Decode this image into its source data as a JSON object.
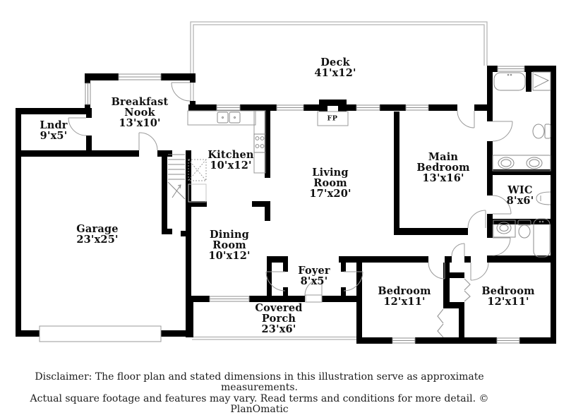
{
  "floorplan": {
    "rooms": [
      {
        "id": "deck",
        "name": "Deck",
        "dims": "41'x12'"
      },
      {
        "id": "breakfast-nook",
        "name": "Breakfast Nook",
        "dims": "13'x10'"
      },
      {
        "id": "laundry",
        "name": "Lndr",
        "dims": "9'x5'"
      },
      {
        "id": "kitchen",
        "name": "Kitchen",
        "dims": "10'x12'"
      },
      {
        "id": "living-room",
        "name": "Living Room",
        "dims": "17'x20'"
      },
      {
        "id": "main-bedroom",
        "name": "Main Bedroom",
        "dims": "13'x16'"
      },
      {
        "id": "wic",
        "name": "WIC",
        "dims": "8'x6'"
      },
      {
        "id": "garage",
        "name": "Garage",
        "dims": "23'x25'"
      },
      {
        "id": "dining-room",
        "name": "Dining Room",
        "dims": "10'x12'"
      },
      {
        "id": "foyer",
        "name": "Foyer",
        "dims": "8'x5'"
      },
      {
        "id": "covered-porch",
        "name": "Covered Porch",
        "dims": "23'x6'"
      },
      {
        "id": "bedroom-left",
        "name": "Bedroom",
        "dims": "12'x11'"
      },
      {
        "id": "bedroom-right",
        "name": "Bedroom",
        "dims": "12'x11'"
      }
    ],
    "fireplace_label": "FP",
    "disclaimer": {
      "line1": "Disclaimer: The floor plan and stated dimensions in this illustration serve as approximate measurements.",
      "line2": "Actual square footage and features may vary. Read terms and conditions for more detail. © PlanOmatic"
    },
    "colors": {
      "wall": "#000000",
      "thin_line": "#9a9a9a",
      "deck_line": "#b5b5b5",
      "background": "#ffffff",
      "text": "#111111"
    }
  }
}
